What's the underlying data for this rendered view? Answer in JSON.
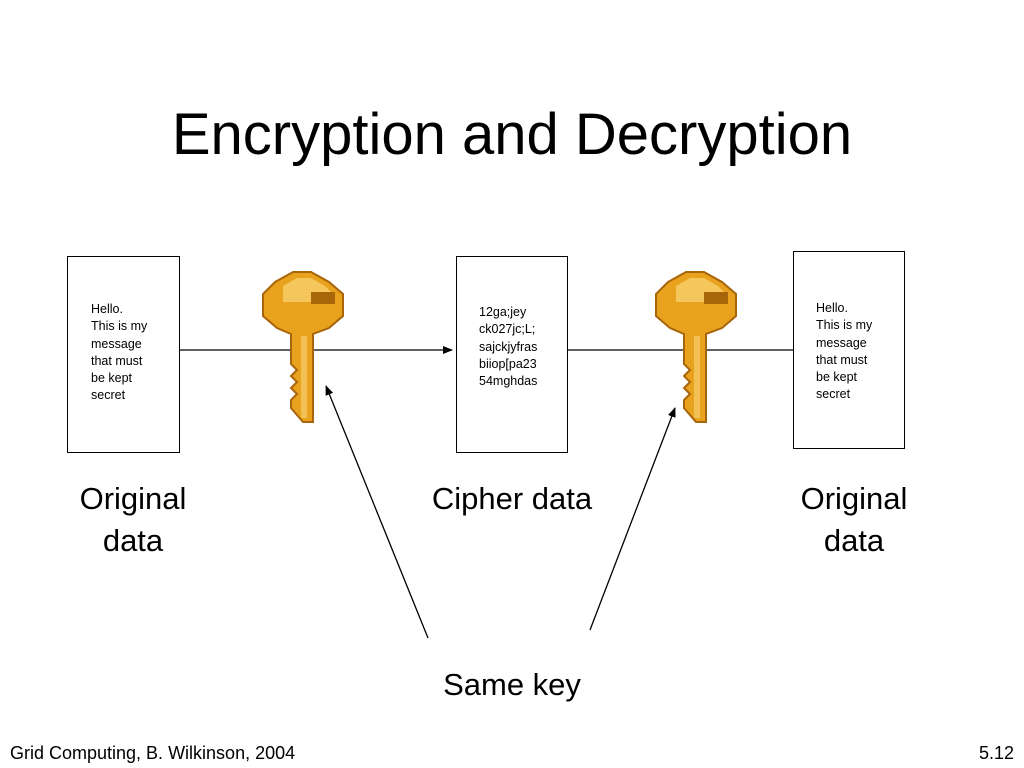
{
  "slide": {
    "title": "Encryption and Decryption",
    "footer_left": "Grid Computing, B. Wilkinson, 2004",
    "footer_right": "5.12"
  },
  "documents": {
    "original": "Hello.\nThis is my\nmessage\nthat must\nbe kept\nsecret",
    "cipher": "12ga;jey\nck027jc;L;\nsajckjyfras\nbiiop[pa23\n54mghdas",
    "decrypted": "Hello.\nThis is my\nmessage\nthat must\nbe kept\nsecret"
  },
  "labels": {
    "original_left": "Original\ndata",
    "cipher": "Cipher data",
    "original_right": "Original\ndata",
    "same_key": "Same key"
  },
  "colors": {
    "key_fill": "#E8A21E",
    "key_dark": "#A8650A",
    "key_light": "#F7CF6A"
  }
}
